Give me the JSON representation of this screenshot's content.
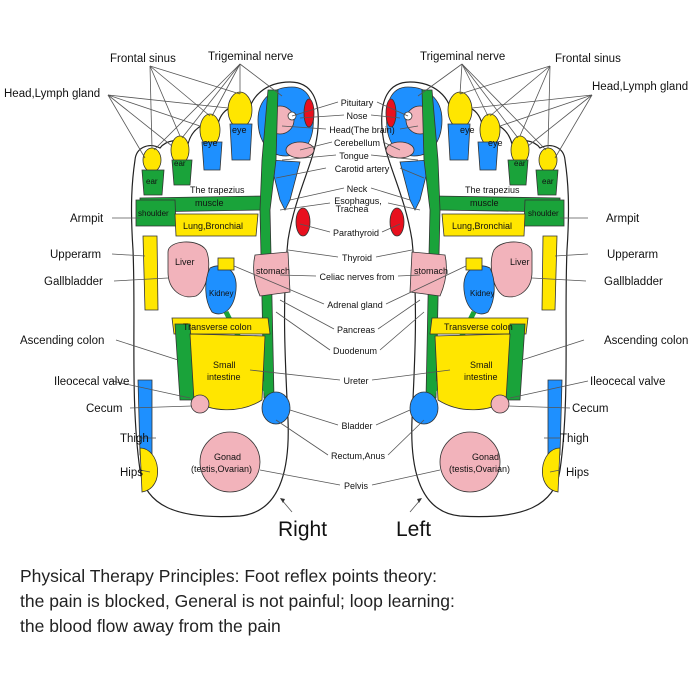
{
  "colors": {
    "yellow": "#ffe600",
    "blue": "#1e90ff",
    "green": "#1aa33a",
    "pink": "#f2b3bb",
    "red": "#e8101e",
    "outline": "#222222"
  },
  "outer_labels": {
    "frontal_sinus": "Frontal sinus",
    "trigeminal_nerve": "Trigeminal nerve",
    "head_lymph_gland": "Head,Lymph gland",
    "armpit": "Armpit",
    "upperarm": "Upperarm",
    "gallbladder": "Gallbladder",
    "ascending_colon": "Ascending colon",
    "ileocecal_valve": "Ileocecal valve",
    "cecum": "Cecum",
    "thigh": "Thigh",
    "hips": "Hips"
  },
  "center_labels": {
    "pituitary": "Pituitary",
    "nose": "Nose",
    "head_brain": "Head(The brain)",
    "cerebellum": "Cerebellum",
    "tongue": "Tongue",
    "carotid_artery": "Carotid artery",
    "neck": "Neck",
    "esophagus": "Esophagus,",
    "trachea": "Trachea",
    "parathyroid": "Parathyroid",
    "thyroid": "Thyroid",
    "celiac": "Celiac nerves from",
    "adrenal": "Adrenal gland",
    "pancreas": "Pancreas",
    "duodenum": "Duodenum",
    "ureter": "Ureter",
    "bladder": "Bladder",
    "rectum": "Rectum,Anus",
    "pelvis": "Pelvis"
  },
  "foot_labels": {
    "eye": "eye",
    "ear": "ear",
    "trapezius_1": "The trapezius",
    "trapezius_2": "muscle",
    "shoulder": "shoulder",
    "lung": "Lung,Bronchial",
    "liver": "Liver",
    "stomach": "stomach",
    "kidney": "Kidney",
    "transverse_colon": "Transverse colon",
    "small_1": "Small",
    "small_2": "intestine",
    "gonad_1": "Gonad",
    "gonad_2": "(testis,Ovarian)"
  },
  "side_labels": {
    "right": "Right",
    "left": "Left"
  },
  "caption": {
    "line1": "Physical Therapy Principles: Foot reflex points theory:",
    "line2": "the pain is blocked, General is not painful; loop learning:",
    "line3": "the blood flow away from the pain"
  }
}
